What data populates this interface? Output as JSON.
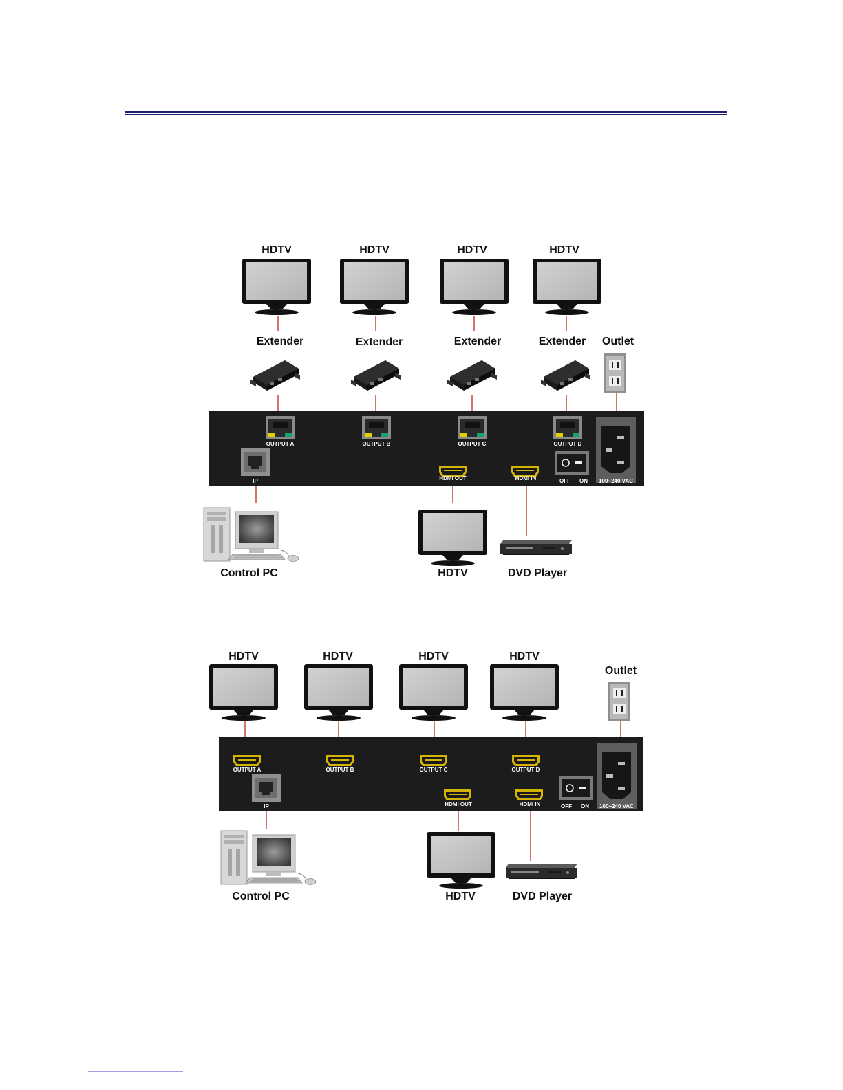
{
  "colors": {
    "header_rule": "#1f1f7a",
    "wire": "#c0392b",
    "panel": "#1c1c1c",
    "port_hdmi": "#d4b400",
    "port_rj45_led_left": "#e0d000",
    "port_rj45_led_right": "#18a070",
    "screen": "#c8c8c8",
    "footer_link": "#3b3bd6"
  },
  "diagram1": {
    "tv_labels": [
      "HDTV",
      "HDTV",
      "HDTV",
      "HDTV"
    ],
    "extender_labels": [
      "Extender",
      "Extender",
      "Extender",
      "Extender"
    ],
    "outlet_label": "Outlet",
    "outputs": [
      "OUTPUT A",
      "OUTPUT B",
      "OUTPUT C",
      "OUTPUT D"
    ],
    "ip_port": "IP",
    "hdmi_out": "HDMI OUT",
    "hdmi_in": "HDMI IN",
    "switch_off": "OFF",
    "switch_on": "ON",
    "power_label": "100~240 VAC",
    "control_pc_label": "Control PC",
    "bottom_tv_label": "HDTV",
    "dvd_label": "DVD Player"
  },
  "diagram2": {
    "tv_labels": [
      "HDTV",
      "HDTV",
      "HDTV",
      "HDTV"
    ],
    "outlet_label": "Outlet",
    "outputs": [
      "OUTPUT A",
      "OUTPUT B",
      "OUTPUT C",
      "OUTPUT D"
    ],
    "ip_port": "IP",
    "hdmi_out": "HDMI OUT",
    "hdmi_in": "HDMI IN",
    "switch_off": "OFF",
    "switch_on": "ON",
    "power_label": "100~240 VAC",
    "control_pc_label": "Control PC",
    "bottom_tv_label": "HDTV",
    "dvd_label": "DVD Player"
  },
  "icons": {
    "tv": "hdtv-icon",
    "extender": "extender-icon",
    "outlet": "outlet-icon",
    "pc": "computer-icon",
    "dvd": "dvd-player-icon"
  }
}
